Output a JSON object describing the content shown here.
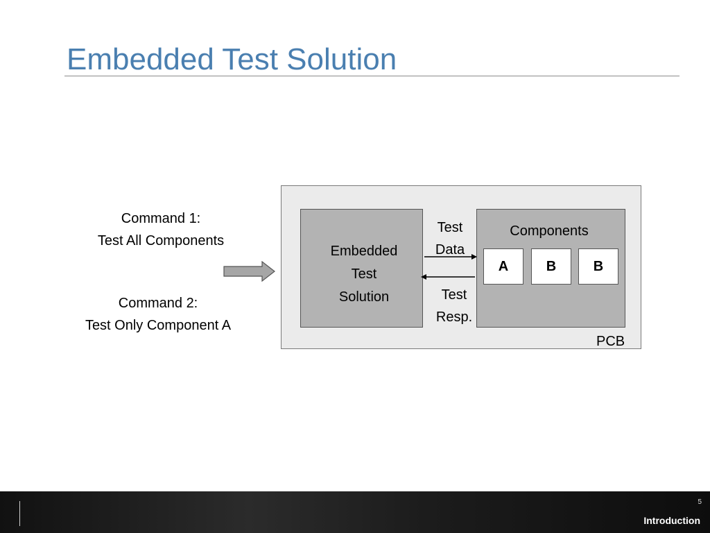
{
  "slide": {
    "title": "Embedded Test Solution",
    "page_number": "5",
    "section": "Introduction"
  },
  "commands": [
    {
      "heading": "Command 1:",
      "text": "Test All Components"
    },
    {
      "heading": "Command 2:",
      "text": "Test Only Component A"
    }
  ],
  "diagram": {
    "ets_lines": [
      "Embedded",
      "Test",
      "Solution"
    ],
    "components_label": "Components",
    "chips": [
      "A",
      "B",
      "B"
    ],
    "test_data": [
      "Test",
      "Data"
    ],
    "test_resp": [
      "Test",
      "Resp."
    ],
    "pcb_label": "PCB"
  }
}
